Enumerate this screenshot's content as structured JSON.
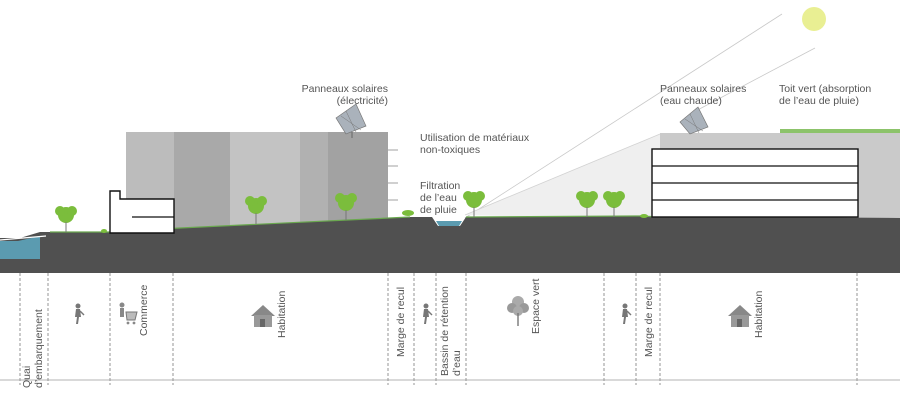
{
  "annotations": {
    "solar_electric": [
      "Panneaux solaires",
      "(électricité)"
    ],
    "materials": [
      "Utilisation de matériaux",
      "non-toxiques"
    ],
    "filtration": [
      "Filtration",
      "de l’eau",
      "de pluie"
    ],
    "solar_hot_water": [
      "Panneaux solaires",
      "(eau chaude)"
    ],
    "green_roof": [
      "Toit vert (absorption",
      "de l’eau de pluie)"
    ]
  },
  "zones": [
    {
      "id": "quai",
      "lines": [
        "Quai",
        "d’embarquement"
      ]
    },
    {
      "id": "commerce",
      "lines": [
        "Commerce"
      ]
    },
    {
      "id": "habitation-1",
      "lines": [
        "Habitation"
      ]
    },
    {
      "id": "marge-1",
      "lines": [
        "Marge de recul"
      ]
    },
    {
      "id": "bassin",
      "lines": [
        "Bassin de rétention",
        "d’eau"
      ]
    },
    {
      "id": "espace-vert",
      "lines": [
        "Espace vert"
      ]
    },
    {
      "id": "marge-2",
      "lines": [
        "Marge de recul"
      ]
    },
    {
      "id": "habitation-2",
      "lines": [
        "Habitation"
      ]
    }
  ],
  "icons": [
    {
      "name": "pedestrian-icon"
    },
    {
      "name": "shopping-cart-icon"
    },
    {
      "name": "house-icon"
    },
    {
      "name": "pedestrian-icon"
    },
    {
      "name": "tree-icon"
    },
    {
      "name": "pedestrian-icon"
    },
    {
      "name": "house-icon"
    }
  ],
  "colors": {
    "ground": "#505050",
    "water": "#5b9bb0",
    "building_left": "#b4b4b4",
    "building_right": "#c8c8c8",
    "sun": "#e9ef93",
    "tree": "#7bbd3c",
    "grass": "#6aa84f"
  }
}
